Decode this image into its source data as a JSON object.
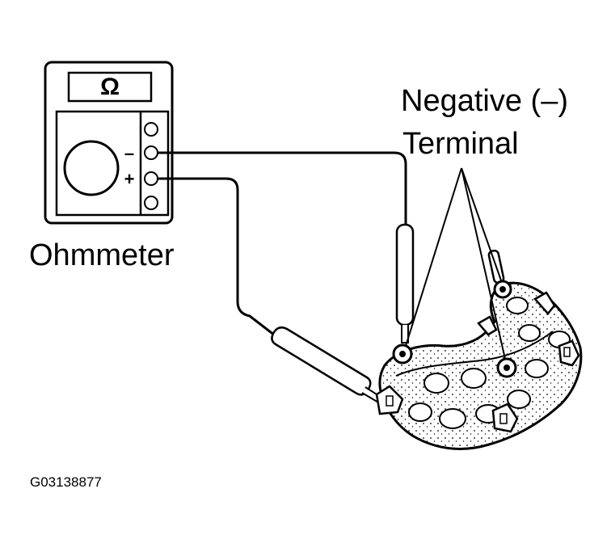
{
  "diagram": {
    "meter_symbol": "Ω",
    "meter_label": "Ohmmeter",
    "minus_sign": "–",
    "plus_sign": "+",
    "callout_line1": "Negative (–)",
    "callout_line2": "Terminal",
    "figure_code": "G03138877"
  },
  "colors": {
    "ink": "#000000",
    "paper": "#ffffff"
  }
}
